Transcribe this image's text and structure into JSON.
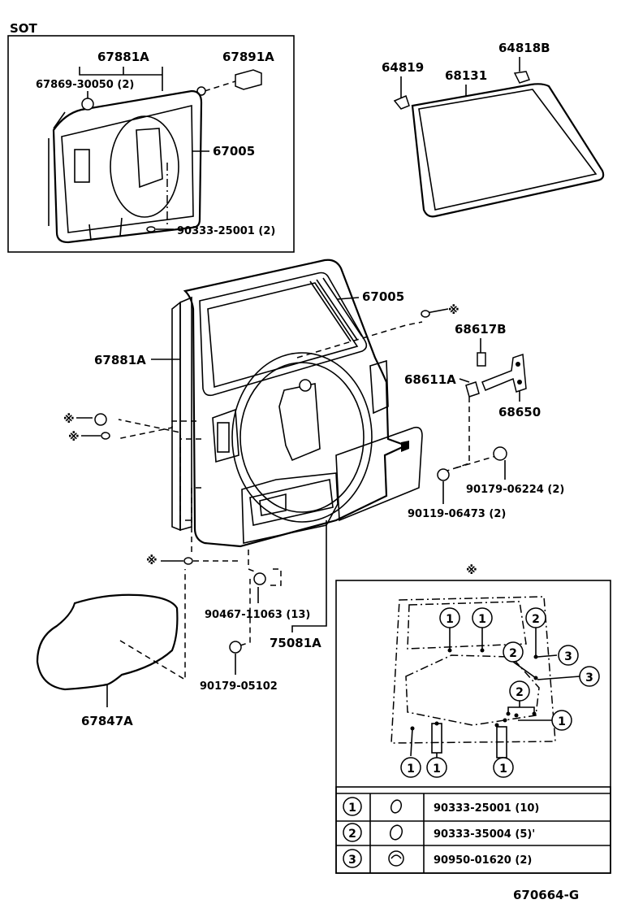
{
  "diagram": {
    "inset_label": "SOT",
    "figure_code": "670664-G",
    "asterisk": "※",
    "labels": {
      "p67881A_top": "67881A",
      "p67891A": "67891A",
      "p67869": "67869-30050 (2)",
      "p67005_top": "67005",
      "p90333_top": "90333-25001 (2)",
      "p64819": "64819",
      "p68131": "68131",
      "p64818B": "64818B",
      "p67005_main": "67005",
      "p67881A_main": "67881A",
      "p68617B": "68617B",
      "p68611A": "68611A",
      "p68650": "68650",
      "p90179_06224": "90179-06224 (2)",
      "p90119": "90119-06473 (2)",
      "p90467": "90467-11063 (13)",
      "p75081A": "75081A",
      "p90179_05102": "90179-05102",
      "p67847A": "67847A"
    },
    "callouts": [
      "1",
      "1",
      "2",
      "2",
      "3",
      "3",
      "2",
      "1",
      "1",
      "1",
      "1"
    ],
    "legend": [
      {
        "num": "1",
        "part": "90333-25001 (10)"
      },
      {
        "num": "2",
        "part": "90333-35004 (5)'"
      },
      {
        "num": "3",
        "part": "90950-01620 (2)"
      }
    ]
  }
}
